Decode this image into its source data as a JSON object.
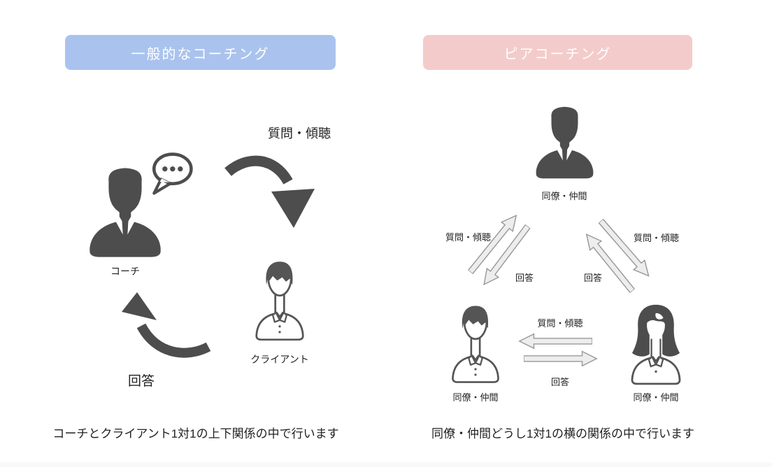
{
  "page": {
    "background": "#ffffff"
  },
  "colors": {
    "header_left_bg": "#aac3ee",
    "header_right_bg": "#f4cbcb",
    "header_text": "#ffffff",
    "figure_dark": "#4d4d4d",
    "figure_outline": "#555555",
    "light_arrow_fill": "#ededed",
    "light_arrow_stroke": "#999999",
    "text": "#222222"
  },
  "left_panel": {
    "header": "一般的なコーチング",
    "question_label": "質問・傾聴",
    "answer_label": "回答",
    "coach_label": "コーチ",
    "client_label": "クライアント",
    "caption": "コーチとクライアント1対1の上下関係の中で行います"
  },
  "right_panel": {
    "header": "ピアコーチング",
    "peer_top_label": "同僚・仲間",
    "peer_bottom_left_label": "同僚・仲間",
    "peer_bottom_right_label": "同僚・仲間",
    "edges": [
      {
        "position": "top-left",
        "question": "質問・傾聴",
        "answer": "回答"
      },
      {
        "position": "top-right",
        "question": "質問・傾聴",
        "answer": "回答"
      },
      {
        "position": "bottom",
        "question": "質問・傾聴",
        "answer": "回答"
      }
    ],
    "caption": "同僚・仲間どうし1対1の横の関係の中で行います"
  }
}
